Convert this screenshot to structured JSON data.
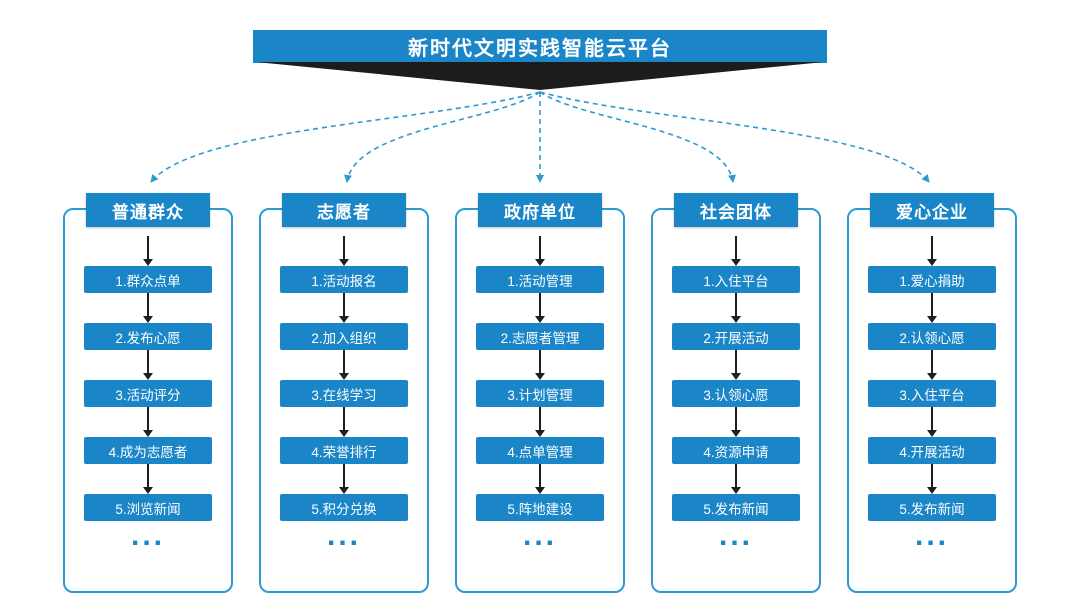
{
  "title": "新时代文明实践智能云平台",
  "columns": [
    {
      "header": "普通群众",
      "steps": [
        "1.群众点单",
        "2.发布心愿",
        "3.活动评分",
        "4.成为志愿者",
        "5.浏览新闻"
      ],
      "more": "..."
    },
    {
      "header": "志愿者",
      "steps": [
        "1.活动报名",
        "2.加入组织",
        "3.在线学习",
        "4.荣誉排行",
        "5.积分兑换"
      ],
      "more": "..."
    },
    {
      "header": "政府单位",
      "steps": [
        "1.活动管理",
        "2.志愿者管理",
        "3.计划管理",
        "4.点单管理",
        "5.阵地建设"
      ],
      "more": "..."
    },
    {
      "header": "社会团体",
      "steps": [
        "1.入住平台",
        "2.开展活动",
        "3.认领心愿",
        "4.资源申请",
        "5.发布新闻"
      ],
      "more": "..."
    },
    {
      "header": "爱心企业",
      "steps": [
        "1.爱心捐助",
        "2.认领心愿",
        "3.入住平台",
        "4.开展活动",
        "5.发布新闻"
      ],
      "more": "..."
    }
  ],
  "colors": {
    "primary": "#1a86c8",
    "container_border": "#2e9ad2",
    "arrow": "#1f1f1f",
    "dashed_line": "#2e9ad2",
    "funnel": "#1c1c1c",
    "background": "#ffffff",
    "text_on_primary": "#ffffff"
  }
}
